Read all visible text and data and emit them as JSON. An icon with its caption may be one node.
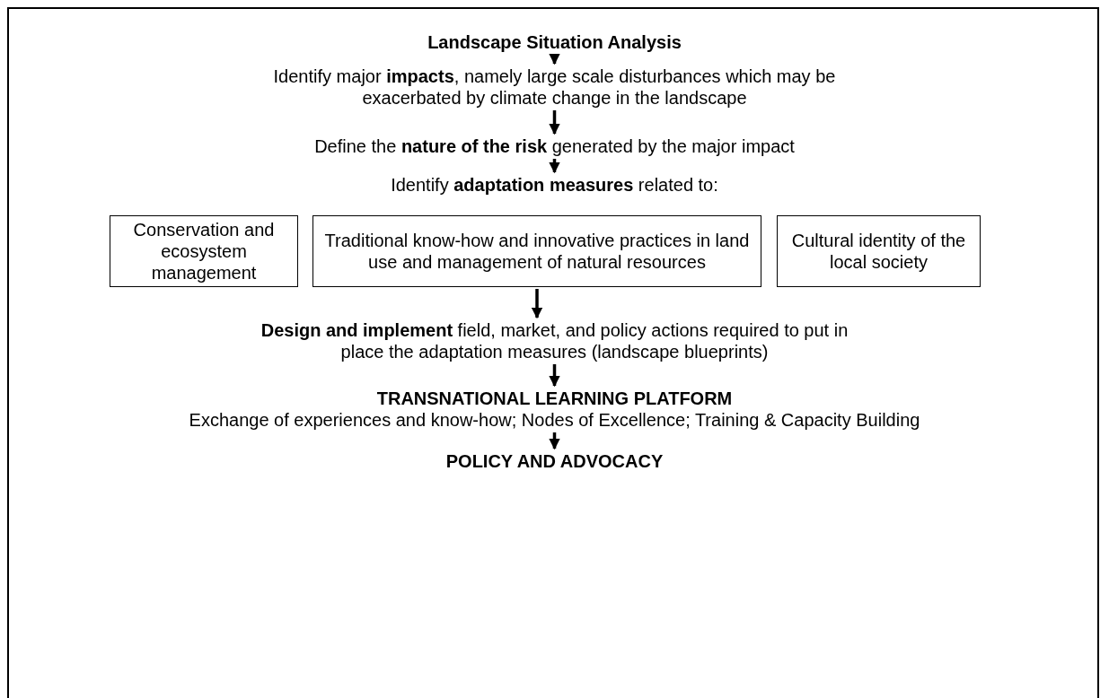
{
  "diagram": {
    "nodes": [
      {
        "text": [
          "Landscape Situation Analysis"
        ]
      },
      {
        "text": [
          "Identify major **impacts**, namely large scale disturbances which may be exacerbated by climate change in the landscape"
        ]
      },
      {
        "text": [
          "Define the **nature of the risk** generated by the major impact"
        ]
      },
      {
        "text": [
          "Identify **adaptation measures** related to:"
        ]
      },
      {
        "text": [
          "Conservation and ecosystem management"
        ]
      },
      {
        "text": [
          "Traditional know-how and innovative practices in land use and management of natural resources"
        ]
      },
      {
        "text": [
          "Cultural identity of the local society"
        ]
      },
      {
        "text": [
          "**Design and implement** field, market, and policy actions required to put in place the adaptation measures (landscape blueprints)"
        ]
      },
      {
        "text": [
          "TRANSNATIONAL LEARNING PLATFORM",
          "Exchange of experiences and know-how; Nodes of Excellence; Training & Capacity Building"
        ]
      },
      {
        "text": [
          "POLICY AND ADVOCACY"
        ]
      }
    ],
    "edges": [
      {
        "from": 0,
        "to": 1,
        "arrow": "to"
      },
      {
        "from": 1,
        "to": 2,
        "arrow": "to"
      },
      {
        "from": 2,
        "to": 3,
        "arrow": "to"
      },
      {
        "from": 5,
        "to": 7,
        "arrow": "to"
      },
      {
        "from": 7,
        "to": 8,
        "arrow": "to"
      },
      {
        "from": 8,
        "to": 9,
        "arrow": "to"
      }
    ]
  }
}
